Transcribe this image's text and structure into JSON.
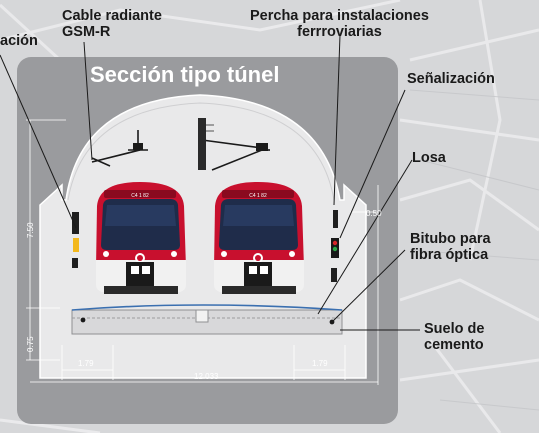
{
  "title": "Sección tipo túnel",
  "labels": {
    "illumination": "ación",
    "cable": [
      "Cable radiante",
      "GSM-R"
    ],
    "percha": [
      "Percha para instalaciones",
      "ferrroviarias"
    ],
    "senalizacion": "Señalización",
    "losa": "Losa",
    "bitubo": [
      "Bitubo para",
      "fibra óptica"
    ],
    "suelo": [
      "Suelo de",
      "cemento"
    ]
  },
  "dimensions": {
    "height_main": "7.50",
    "height_base": "0.75",
    "right_offset": "0.50",
    "left_walk": "1.79",
    "right_walk": "1.79",
    "total_width": "12.033"
  },
  "train_display": "C4 1 82",
  "colors": {
    "panel": "#9a9b9e",
    "tunnel": "#e9e9ea",
    "train_red": "#c8102e",
    "window": "#1f2c4a"
  }
}
